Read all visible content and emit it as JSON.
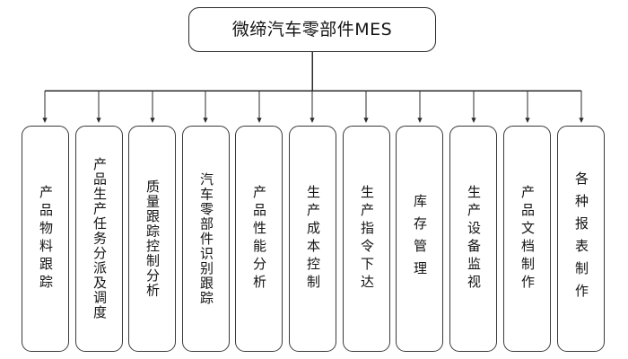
{
  "diagram": {
    "type": "organization-tree",
    "orientation": "top-down",
    "background_color": "#ffffff",
    "line_color": "#2b2b2b",
    "box_border_color": "#3a3a3a",
    "box_fill_color": "#ffffff",
    "text_color": "#141414",
    "root": {
      "label": "微缔汽车零部件MES"
    },
    "children": [
      {
        "label": "产品物料跟踪",
        "spacing": "sp-normal"
      },
      {
        "label": "产品生产任务分派及调度",
        "spacing": "sp-tight"
      },
      {
        "label": "质量跟踪控制分析",
        "spacing": "sp-tight"
      },
      {
        "label": "汽车零部件识别跟踪",
        "spacing": "sp-tight"
      },
      {
        "label": "产品性能分析",
        "spacing": "sp-normal"
      },
      {
        "label": "生产成本控制",
        "spacing": "sp-normal"
      },
      {
        "label": "生产指令下达",
        "spacing": "sp-normal"
      },
      {
        "label": "库存管理",
        "spacing": "sp-loose"
      },
      {
        "label": "生产设备监视",
        "spacing": "sp-normal"
      },
      {
        "label": "产品文档制作",
        "spacing": "sp-normal"
      },
      {
        "label": "各种报表制作",
        "spacing": "sp-loose"
      }
    ]
  }
}
